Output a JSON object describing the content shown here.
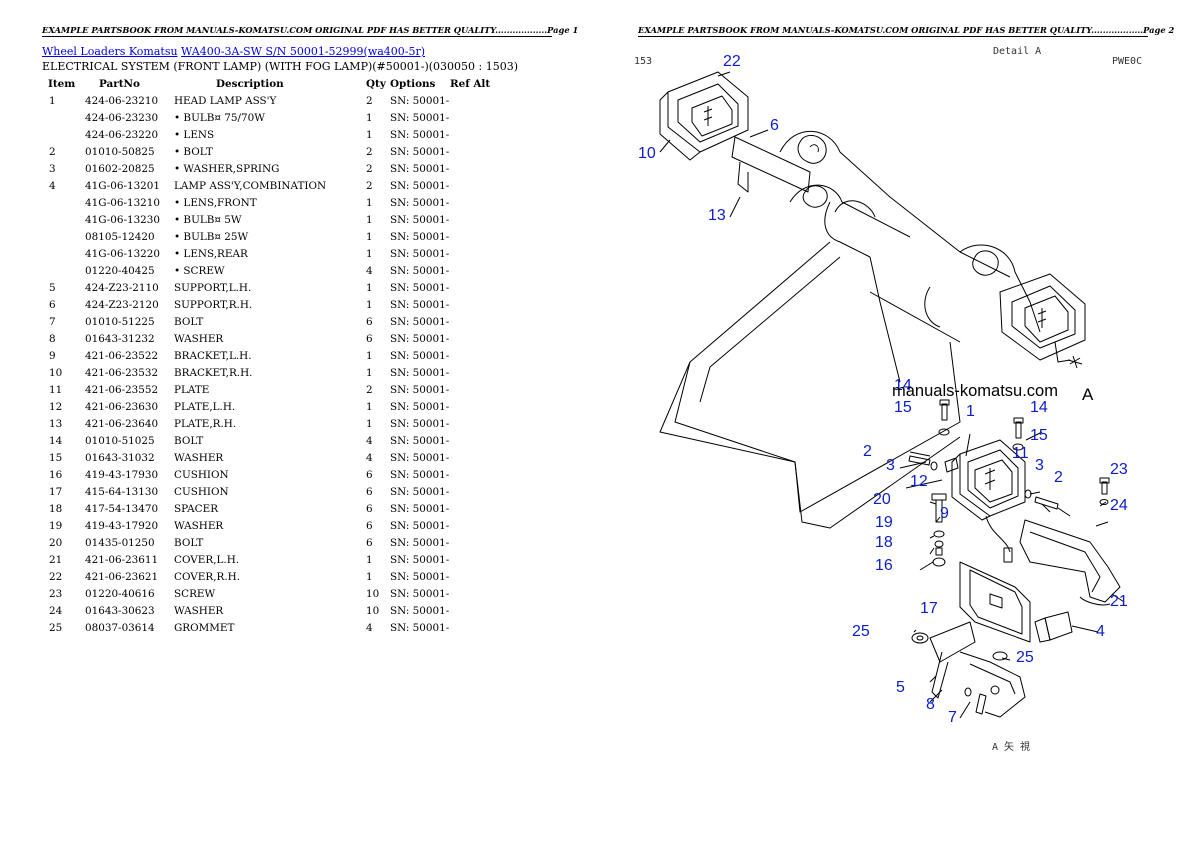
{
  "page1": {
    "header": "EXAMPLE PARTSBOOK FROM MANUALS-KOMATSU.COM ORIGINAL PDF HAS BETTER QUALITY..................Page 1",
    "breadcrumb": {
      "link1": "Wheel Loaders Komatsu",
      "link2": "WA400-3A-SW S/N 50001-52999(wa400-5r)"
    },
    "subtitle": "ELECTRICAL SYSTEM (FRONT LAMP) (WITH FOG LAMP)(#50001-)(030050 : 1503)",
    "columns": [
      "Item",
      "PartNo",
      "Description",
      "Qty",
      "Options",
      "Ref Alt"
    ],
    "rows": [
      {
        "item": "1",
        "part": "424-06-23210",
        "desc": "HEAD LAMP ASS'Y",
        "qty": "2",
        "opt": "SN: 50001-"
      },
      {
        "item": "",
        "part": "424-06-23230",
        "desc": "• BULB¤ 75/70W",
        "qty": "1",
        "opt": "SN: 50001-"
      },
      {
        "item": "",
        "part": "424-06-23220",
        "desc": "• LENS",
        "qty": "1",
        "opt": "SN: 50001-"
      },
      {
        "item": "2",
        "part": "01010-50825",
        "desc": "• BOLT",
        "qty": "2",
        "opt": "SN: 50001-"
      },
      {
        "item": "3",
        "part": "01602-20825",
        "desc": "• WASHER,SPRING",
        "qty": "2",
        "opt": "SN: 50001-"
      },
      {
        "item": "4",
        "part": "41G-06-13201",
        "desc": "LAMP ASS'Y,COMBINATION",
        "qty": "2",
        "opt": "SN: 50001-"
      },
      {
        "item": "",
        "part": "41G-06-13210",
        "desc": "• LENS,FRONT",
        "qty": "1",
        "opt": "SN: 50001-"
      },
      {
        "item": "",
        "part": "41G-06-13230",
        "desc": "• BULB¤ 5W",
        "qty": "1",
        "opt": "SN: 50001-"
      },
      {
        "item": "",
        "part": "08105-12420",
        "desc": "• BULB¤ 25W",
        "qty": "1",
        "opt": "SN: 50001-"
      },
      {
        "item": "",
        "part": "41G-06-13220",
        "desc": "• LENS,REAR",
        "qty": "1",
        "opt": "SN: 50001-"
      },
      {
        "item": "",
        "part": "01220-40425",
        "desc": "• SCREW",
        "qty": "4",
        "opt": "SN: 50001-"
      },
      {
        "item": "5",
        "part": "424-Z23-2110",
        "desc": "SUPPORT,L.H.",
        "qty": "1",
        "opt": "SN: 50001-"
      },
      {
        "item": "6",
        "part": "424-Z23-2120",
        "desc": "SUPPORT,R.H.",
        "qty": "1",
        "opt": "SN: 50001-"
      },
      {
        "item": "7",
        "part": "01010-51225",
        "desc": "BOLT",
        "qty": "6",
        "opt": "SN: 50001-"
      },
      {
        "item": "8",
        "part": "01643-31232",
        "desc": "WASHER",
        "qty": "6",
        "opt": "SN: 50001-"
      },
      {
        "item": "9",
        "part": "421-06-23522",
        "desc": "BRACKET,L.H.",
        "qty": "1",
        "opt": "SN: 50001-"
      },
      {
        "item": "10",
        "part": "421-06-23532",
        "desc": "BRACKET,R.H.",
        "qty": "1",
        "opt": "SN: 50001-"
      },
      {
        "item": "11",
        "part": "421-06-23552",
        "desc": "PLATE",
        "qty": "2",
        "opt": "SN: 50001-"
      },
      {
        "item": "12",
        "part": "421-06-23630",
        "desc": "PLATE,L.H.",
        "qty": "1",
        "opt": "SN: 50001-"
      },
      {
        "item": "13",
        "part": "421-06-23640",
        "desc": "PLATE,R.H.",
        "qty": "1",
        "opt": "SN: 50001-"
      },
      {
        "item": "14",
        "part": "01010-51025",
        "desc": "BOLT",
        "qty": "4",
        "opt": "SN: 50001-"
      },
      {
        "item": "15",
        "part": "01643-31032",
        "desc": "WASHER",
        "qty": "4",
        "opt": "SN: 50001-"
      },
      {
        "item": "16",
        "part": "419-43-17930",
        "desc": "CUSHION",
        "qty": "6",
        "opt": "SN: 50001-"
      },
      {
        "item": "17",
        "part": "415-64-13130",
        "desc": "CUSHION",
        "qty": "6",
        "opt": "SN: 50001-"
      },
      {
        "item": "18",
        "part": "417-54-13470",
        "desc": "SPACER",
        "qty": "6",
        "opt": "SN: 50001-"
      },
      {
        "item": "19",
        "part": "419-43-17920",
        "desc": "WASHER",
        "qty": "6",
        "opt": "SN: 50001-"
      },
      {
        "item": "20",
        "part": "01435-01250",
        "desc": "BOLT",
        "qty": "6",
        "opt": "SN: 50001-"
      },
      {
        "item": "21",
        "part": "421-06-23611",
        "desc": "COVER,L.H.",
        "qty": "1",
        "opt": "SN: 50001-"
      },
      {
        "item": "22",
        "part": "421-06-23621",
        "desc": "COVER,R.H.",
        "qty": "1",
        "opt": "SN: 50001-"
      },
      {
        "item": "23",
        "part": "01220-40616",
        "desc": "SCREW",
        "qty": "10",
        "opt": "SN: 50001-"
      },
      {
        "item": "24",
        "part": "01643-30623",
        "desc": "WASHER",
        "qty": "10",
        "opt": "SN: 50001-"
      },
      {
        "item": "25",
        "part": "08037-03614",
        "desc": "GROMMET",
        "qty": "4",
        "opt": "SN: 50001-"
      }
    ]
  },
  "page2": {
    "header": "EXAMPLE PARTSBOOK FROM MANUALS-KOMATSU.COM ORIGINAL PDF HAS BETTER QUALITY..................Page 2",
    "watermark": "manuals-komatsu.com",
    "detail_label": "Detail A",
    "corner_code": "PWE0C",
    "left_code": "153",
    "view_label_a": "A",
    "bottom_label": "A 矢 視",
    "callouts": [
      "22",
      "6",
      "10",
      "13",
      "14",
      "15",
      "14",
      "15",
      "1",
      "2",
      "3",
      "12",
      "11",
      "3",
      "2",
      "23",
      "24",
      "20",
      "9",
      "19",
      "18",
      "16",
      "17",
      "21",
      "25",
      "4",
      "25",
      "5",
      "8",
      "7"
    ]
  }
}
